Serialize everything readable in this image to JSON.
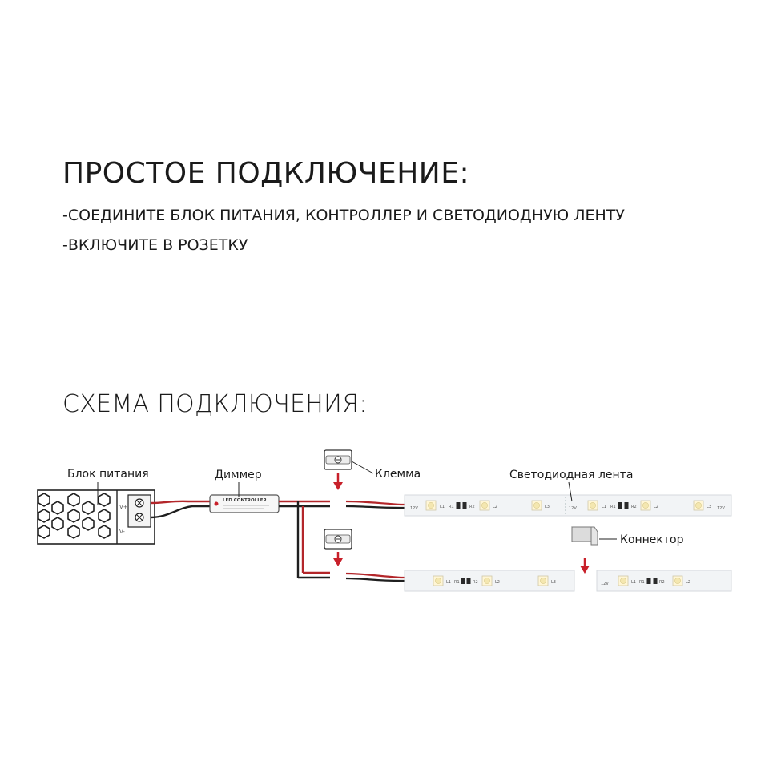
{
  "header": {
    "title": "ПРОСТОЕ ПОДКЛЮЧЕНИЕ:",
    "steps": [
      "-СОЕДИНИТЕ БЛОК ПИТАНИЯ, КОНТРОЛЛЕР И СВЕТОДИОДНУЮ ЛЕНТУ",
      "-ВКЛЮЧИТЕ В РОЗЕТКУ"
    ]
  },
  "scheme": {
    "title": "СХЕМА ПОДКЛЮЧЕНИЯ:",
    "labels": {
      "power_supply": "Блок питания",
      "dimmer": "Диммер",
      "terminal": "Клемма",
      "led_strip": "Светодиодная лента",
      "connector": "Коннектор"
    },
    "dimmer_text": "LED CONTROLLER",
    "strip_marks": {
      "voltage": "12V",
      "l1": "L1",
      "l2": "L2",
      "l3": "L3",
      "r1": "R1",
      "r2": "R2"
    },
    "psu_marks": {
      "vplus": "V+",
      "vminus": "V-"
    },
    "colors": {
      "wire_red": "#b3262a",
      "wire_black": "#1f1f1f",
      "arrow": "#c8202a",
      "strip": "#f2f4f6"
    }
  }
}
